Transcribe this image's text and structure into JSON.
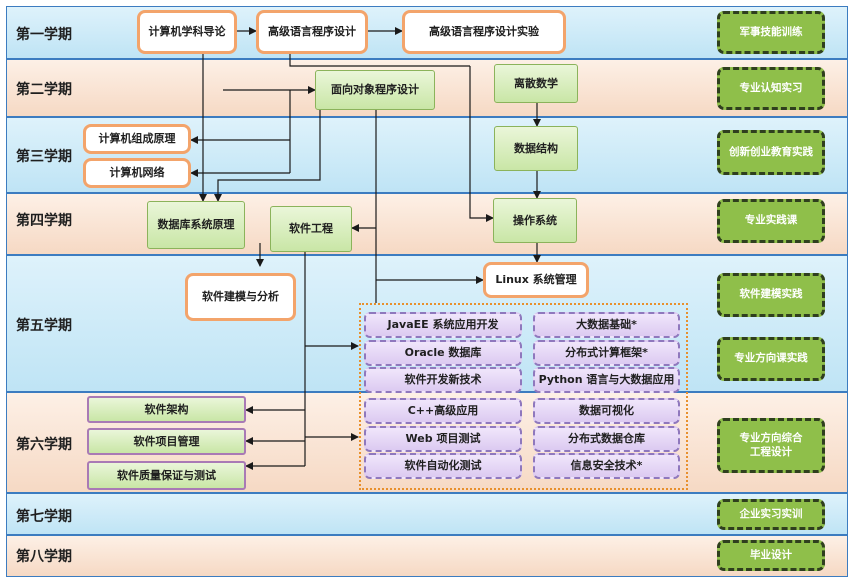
{
  "semesters": [
    "第一学期",
    "第二学期",
    "第三学期",
    "第四学期",
    "第五学期",
    "第六学期",
    "第七学期",
    "第八学期"
  ],
  "courses": {
    "intro": "计算机学科导论",
    "hll": "高级语言程序设计",
    "hll_lab": "高级语言程序设计实验",
    "oop": "面向对象程序设计",
    "discrete": "离散数学",
    "organization": "计算机组成原理",
    "network": "计算机网络",
    "ds": "数据结构",
    "db": "数据库系统原理",
    "se": "软件工程",
    "os": "操作系统",
    "modeling": "软件建模与分析",
    "linux": "Linux 系统管理",
    "arch": "软件架构",
    "pm": "软件项目管理",
    "qa": "软件质量保证与测试"
  },
  "electives": {
    "javaee": "JavaEE 系统应用开发",
    "oracle": "Oracle 数据库",
    "newtech": "软件开发新技术",
    "bigdata": "大数据基础*",
    "distcomp": "分布式计算框架*",
    "python": "Python 语言与大数据应用",
    "cpp": "C++高级应用",
    "webtest": "Web 项目测试",
    "autotest": "软件自动化测试",
    "visual": "数据可视化",
    "dw": "分布式数据仓库",
    "security": "信息安全技术*"
  },
  "practice": {
    "military": "军事技能训练",
    "cognition": "专业认知实习",
    "innovation": "创新创业教育实践",
    "prof_practice": "专业实践课",
    "modeling_practice": "软件建模实践",
    "direction_practice": "专业方向课实践",
    "comprehensive": [
      "专业方向综合",
      "工程设计"
    ],
    "internship": "企业实习实训",
    "graduation": "毕业设计"
  },
  "colors": {
    "band_border": "#3c7cc0",
    "arrow": "#1a1a1a",
    "orange_border": "#f3a46b",
    "practice_fill": "#8fbf4a"
  }
}
